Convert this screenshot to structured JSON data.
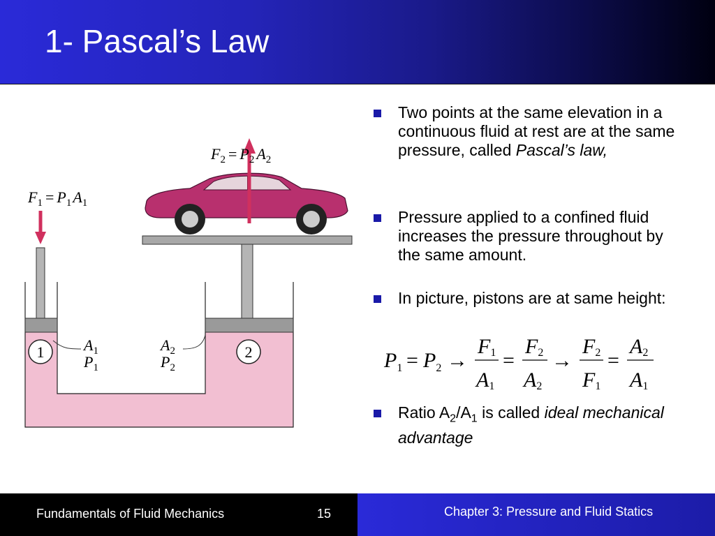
{
  "slide": {
    "title": "1- Pascal’s Law"
  },
  "figure": {
    "f2_label": "F",
    "f2_sub": "2",
    "p2": "P",
    "p2_sub": "2",
    "a2": "A",
    "a2_sub": "2",
    "f1_label": "F",
    "f1_sub": "1",
    "p1": "P",
    "p1_sub": "1",
    "a1": "A",
    "a1_sub": "1",
    "equals": "=",
    "point1": "1",
    "point2": "2",
    "colors": {
      "fluid": "#f2bfd2",
      "car": "#b8306e",
      "arrow": "#d0305e",
      "piston": "#9a9a9a"
    }
  },
  "bullets": [
    {
      "text": "Two points at the same elevation in a continuous fluid at rest are at the same pressure, called ",
      "italic": "Pascal’s law,"
    },
    {
      "text": "Pressure applied to a confined fluid increases the pressure throughout by the same amount."
    },
    {
      "text": "In picture, pistons are at same height:"
    },
    {
      "pre": "Ratio A",
      "sub1": "2",
      "mid": "/A",
      "sub2": "1",
      "post": " is called ",
      "italic": "ideal mechanical advantage"
    }
  ],
  "equation": {
    "P": "P",
    "F": "F",
    "A": "A",
    "s1": "1",
    "s2": "2",
    "equals": "=",
    "arrow": "→"
  },
  "footer": {
    "left_text": "Fundamentals of Fluid Mechanics",
    "page_number": "15",
    "right_text": "Chapter 3:  Pressure and Fluid Statics"
  }
}
